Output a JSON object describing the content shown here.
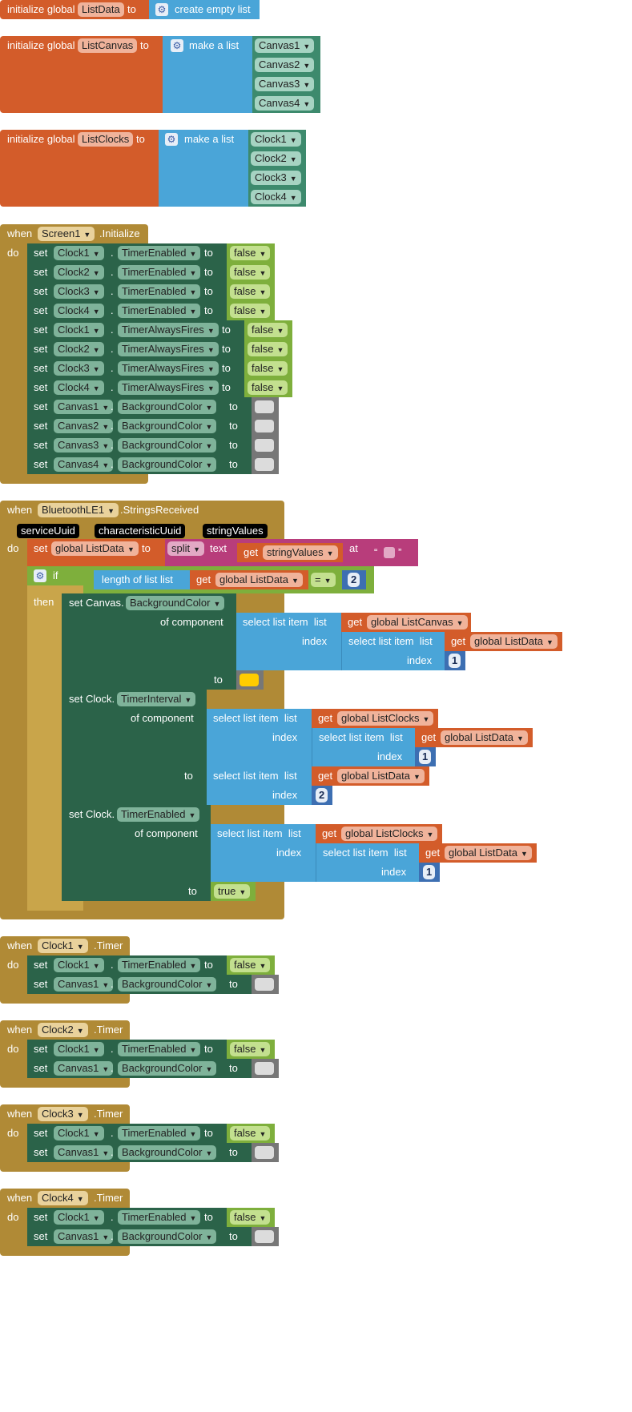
{
  "globals": [
    {
      "kw": "initialize global",
      "name": "ListData",
      "to": "to",
      "list_block": "create empty list",
      "items": []
    },
    {
      "kw": "initialize global",
      "name": "ListCanvas",
      "to": "to",
      "list_block": "make a list",
      "items": [
        "Canvas1",
        "Canvas2",
        "Canvas3",
        "Canvas4"
      ]
    },
    {
      "kw": "initialize global",
      "name": "ListClocks",
      "to": "to",
      "list_block": "make a list",
      "items": [
        "Clock1",
        "Clock2",
        "Clock3",
        "Clock4"
      ]
    }
  ],
  "screen_init": {
    "when": "when",
    "component": "Screen1",
    "event": ".Initialize",
    "do": "do",
    "rows": [
      {
        "set": "set",
        "comp": "Clock1",
        "dot": ".",
        "prop": "TimerEnabled",
        "to": "to",
        "value": "false"
      },
      {
        "set": "set",
        "comp": "Clock2",
        "dot": ".",
        "prop": "TimerEnabled",
        "to": "to",
        "value": "false"
      },
      {
        "set": "set",
        "comp": "Clock3",
        "dot": ".",
        "prop": "TimerEnabled",
        "to": "to",
        "value": "false"
      },
      {
        "set": "set",
        "comp": "Clock4",
        "dot": ".",
        "prop": "TimerEnabled",
        "to": "to",
        "value": "false"
      },
      {
        "set": "set",
        "comp": "Clock1",
        "dot": ".",
        "prop": "TimerAlwaysFires",
        "to": "to",
        "value": "false"
      },
      {
        "set": "set",
        "comp": "Clock2",
        "dot": ".",
        "prop": "TimerAlwaysFires",
        "to": "to",
        "value": "false"
      },
      {
        "set": "set",
        "comp": "Clock3",
        "dot": ".",
        "prop": "TimerAlwaysFires",
        "to": "to",
        "value": "false"
      },
      {
        "set": "set",
        "comp": "Clock4",
        "dot": ".",
        "prop": "TimerAlwaysFires",
        "to": "to",
        "value": "false"
      },
      {
        "set": "set",
        "comp": "Canvas1",
        "dot": ".",
        "prop": "BackgroundColor",
        "to": "to",
        "value": ""
      },
      {
        "set": "set",
        "comp": "Canvas2",
        "dot": ".",
        "prop": "BackgroundColor",
        "to": "to",
        "value": ""
      },
      {
        "set": "set",
        "comp": "Canvas3",
        "dot": ".",
        "prop": "BackgroundColor",
        "to": "to",
        "value": ""
      },
      {
        "set": "set",
        "comp": "Canvas4",
        "dot": ".",
        "prop": "BackgroundColor",
        "to": "to",
        "value": ""
      }
    ]
  },
  "ble": {
    "when": "when",
    "component": "BluetoothLE1",
    "event": ".StringsReceived",
    "params": [
      "serviceUuid",
      "characteristicUuid",
      "stringValues"
    ],
    "do": "do",
    "set": "set",
    "global_listdata": "global ListData",
    "to": "to",
    "split": "split",
    "text": "text",
    "get": "get",
    "stringValues": "stringValues",
    "at": "at",
    "quote_open": "“",
    "quote_close": "”",
    "if": "if",
    "then": "then",
    "length_of_list": "length of list",
    "list": "list",
    "eq": "=",
    "two": "2",
    "set_canvas": "set Canvas.",
    "bgcolor": "BackgroundColor",
    "of_component": "of component",
    "select_list_item": "select list item",
    "index": "index",
    "global_listcanvas": "global ListCanvas",
    "one": "1",
    "set_clock": "set Clock.",
    "timer_interval": "TimerInterval",
    "global_listclocks": "global ListClocks",
    "timer_enabled": "TimerEnabled",
    "true": "true"
  },
  "clock_events": [
    {
      "when": "when",
      "component": "Clock1",
      "event": ".Timer",
      "do": "do"
    },
    {
      "when": "when",
      "component": "Clock2",
      "event": ".Timer",
      "do": "do"
    },
    {
      "when": "when",
      "component": "Clock3",
      "event": ".Timer",
      "do": "do"
    },
    {
      "when": "when",
      "component": "Clock4",
      "event": ".Timer",
      "do": "do"
    }
  ],
  "clock_event_rows": [
    {
      "set": "set",
      "comp": "Clock1",
      "dot": ".",
      "prop": "TimerEnabled",
      "to": "to",
      "value": "false"
    },
    {
      "set": "set",
      "comp": "Canvas1",
      "dot": ".",
      "prop": "BackgroundColor",
      "to": "to",
      "value": ""
    }
  ],
  "colors": {
    "procedure": "#d35c2a",
    "event": "#b08a36",
    "setter": "#2b6349",
    "list": "#4aa5d8",
    "logic": "#7eaf3c",
    "component": "#3d8a6d",
    "text": "#b83d7b",
    "math": "#3d6fb2",
    "yellow": "#ffcc00"
  }
}
